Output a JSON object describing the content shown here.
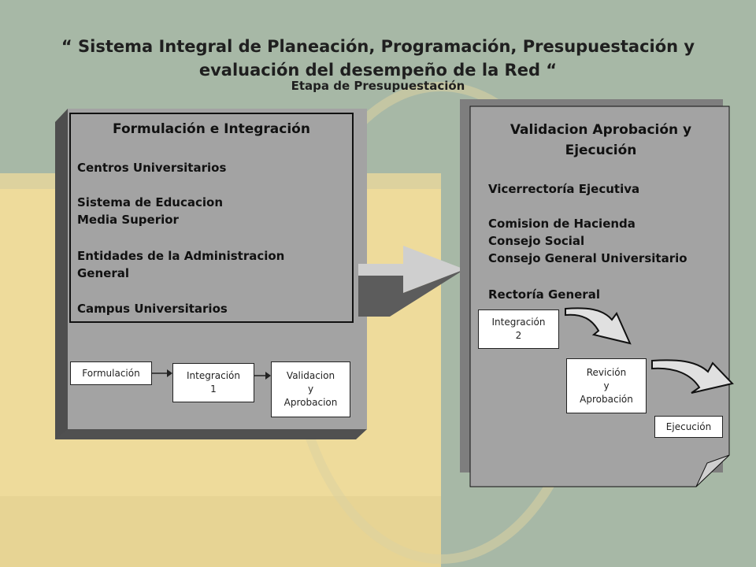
{
  "title_line1": "“ Sistema Integral de Planeación, Programación, Presupuestación y",
  "title_line2": "evaluación del desempeño de la Red “",
  "subtitle": "Etapa de Presupuestación",
  "left_panel": {
    "header": "Formulación  e Integración",
    "items": [
      "Centros Universitarios",
      "Sistema de Educacion",
      "Media Superior",
      "Entidades de la Administracion",
      "General",
      "Campus Universitarios"
    ],
    "flow": [
      "Formulación",
      "Integración\n1",
      "Validacion\ny\nAprobacion"
    ]
  },
  "right_panel": {
    "header_line1": "Validacion Aprobación y",
    "header_line2": "Ejecución",
    "items": [
      "Vicerrectoría Ejecutiva",
      "Comision de Hacienda",
      "Consejo Social",
      "Consejo General Universitario",
      "Rectoría General"
    ],
    "flow": [
      "Integración\n2",
      "Revición\ny\nAprobación",
      "Ejecución"
    ]
  },
  "colors": {
    "panel": "#a3a3a3",
    "panel_dark": "#5c5c5c",
    "bg_sage": "#a7b8a6",
    "bg_yellow": "#ecd99a"
  }
}
